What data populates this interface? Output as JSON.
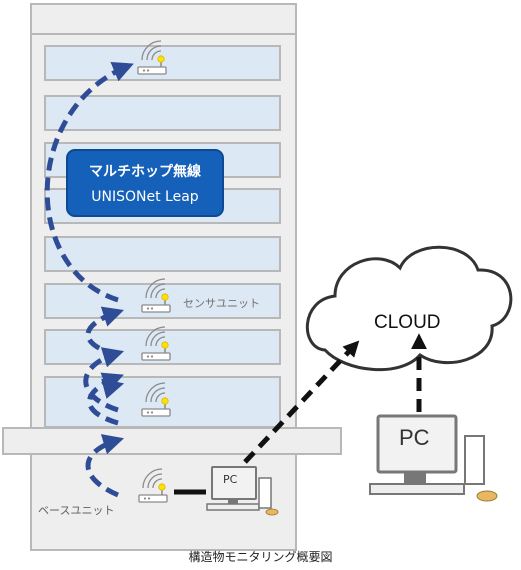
{
  "badge": {
    "line1": "マルチホップ無線",
    "line2": "UNISONet Leap"
  },
  "labels": {
    "sensor_unit": "センサユニット",
    "base_unit": "ベースユニット",
    "cloud": "CLOUD",
    "pc_small": "PC",
    "pc_large": "PC"
  },
  "caption": "構造物モニタリング概要図",
  "colors": {
    "floor_fill": "#dde8f5",
    "building_fill": "#eeeeee",
    "arrow": "#2f4d96",
    "badge": "#1560b8",
    "device_led": "#ffe100"
  },
  "icons": [
    "wireless-sensor-icon",
    "desktop-pc-icon",
    "cloud-icon"
  ]
}
